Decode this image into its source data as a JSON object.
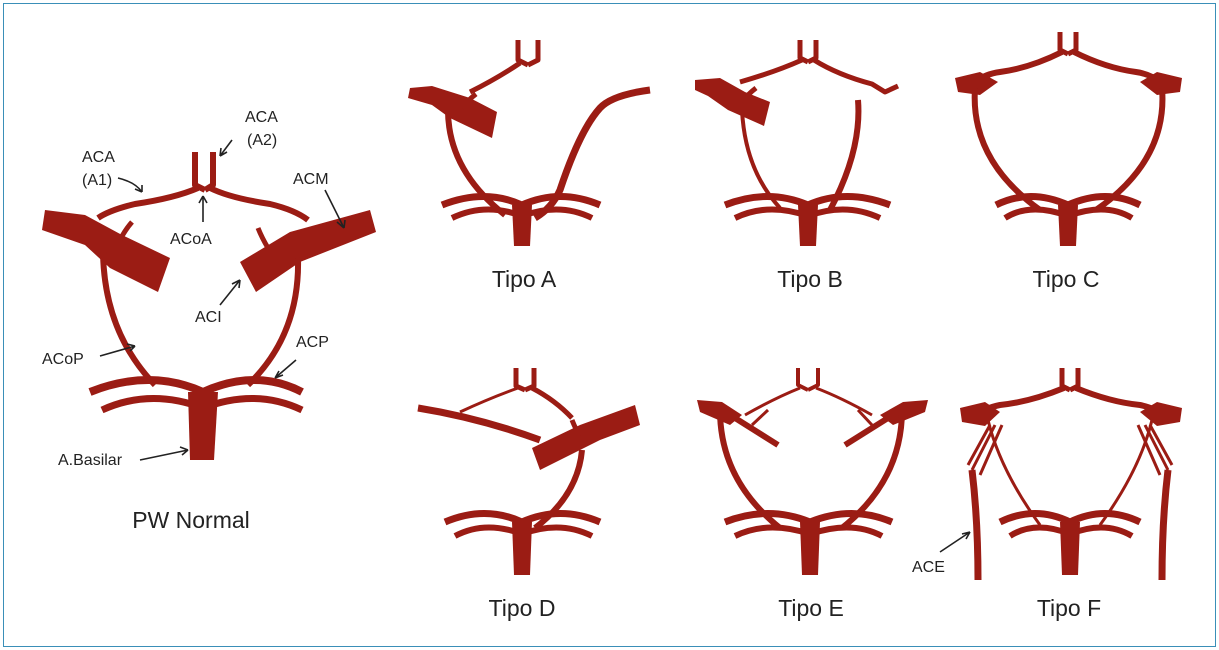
{
  "colors": {
    "artery": "#9b1c14",
    "frame": "#3a8fb8",
    "text": "#222222"
  },
  "normal": {
    "caption": "PW Normal",
    "labels": {
      "aca_a2_top": "ACA",
      "aca_a2_bottom": "(A2)",
      "aca_a1_top": "ACA",
      "aca_a1_bottom": "(A1)",
      "acm": "ACM",
      "acoa": "ACoA",
      "aci": "ACI",
      "acop": "ACoP",
      "acp": "ACP",
      "basilar": "A.Basilar"
    }
  },
  "variants": {
    "a": "Tipo A",
    "b": "Tipo B",
    "c": "Tipo C",
    "d": "Tipo D",
    "e": "Tipo E",
    "f": "Tipo F"
  },
  "ace_label": "ACE"
}
